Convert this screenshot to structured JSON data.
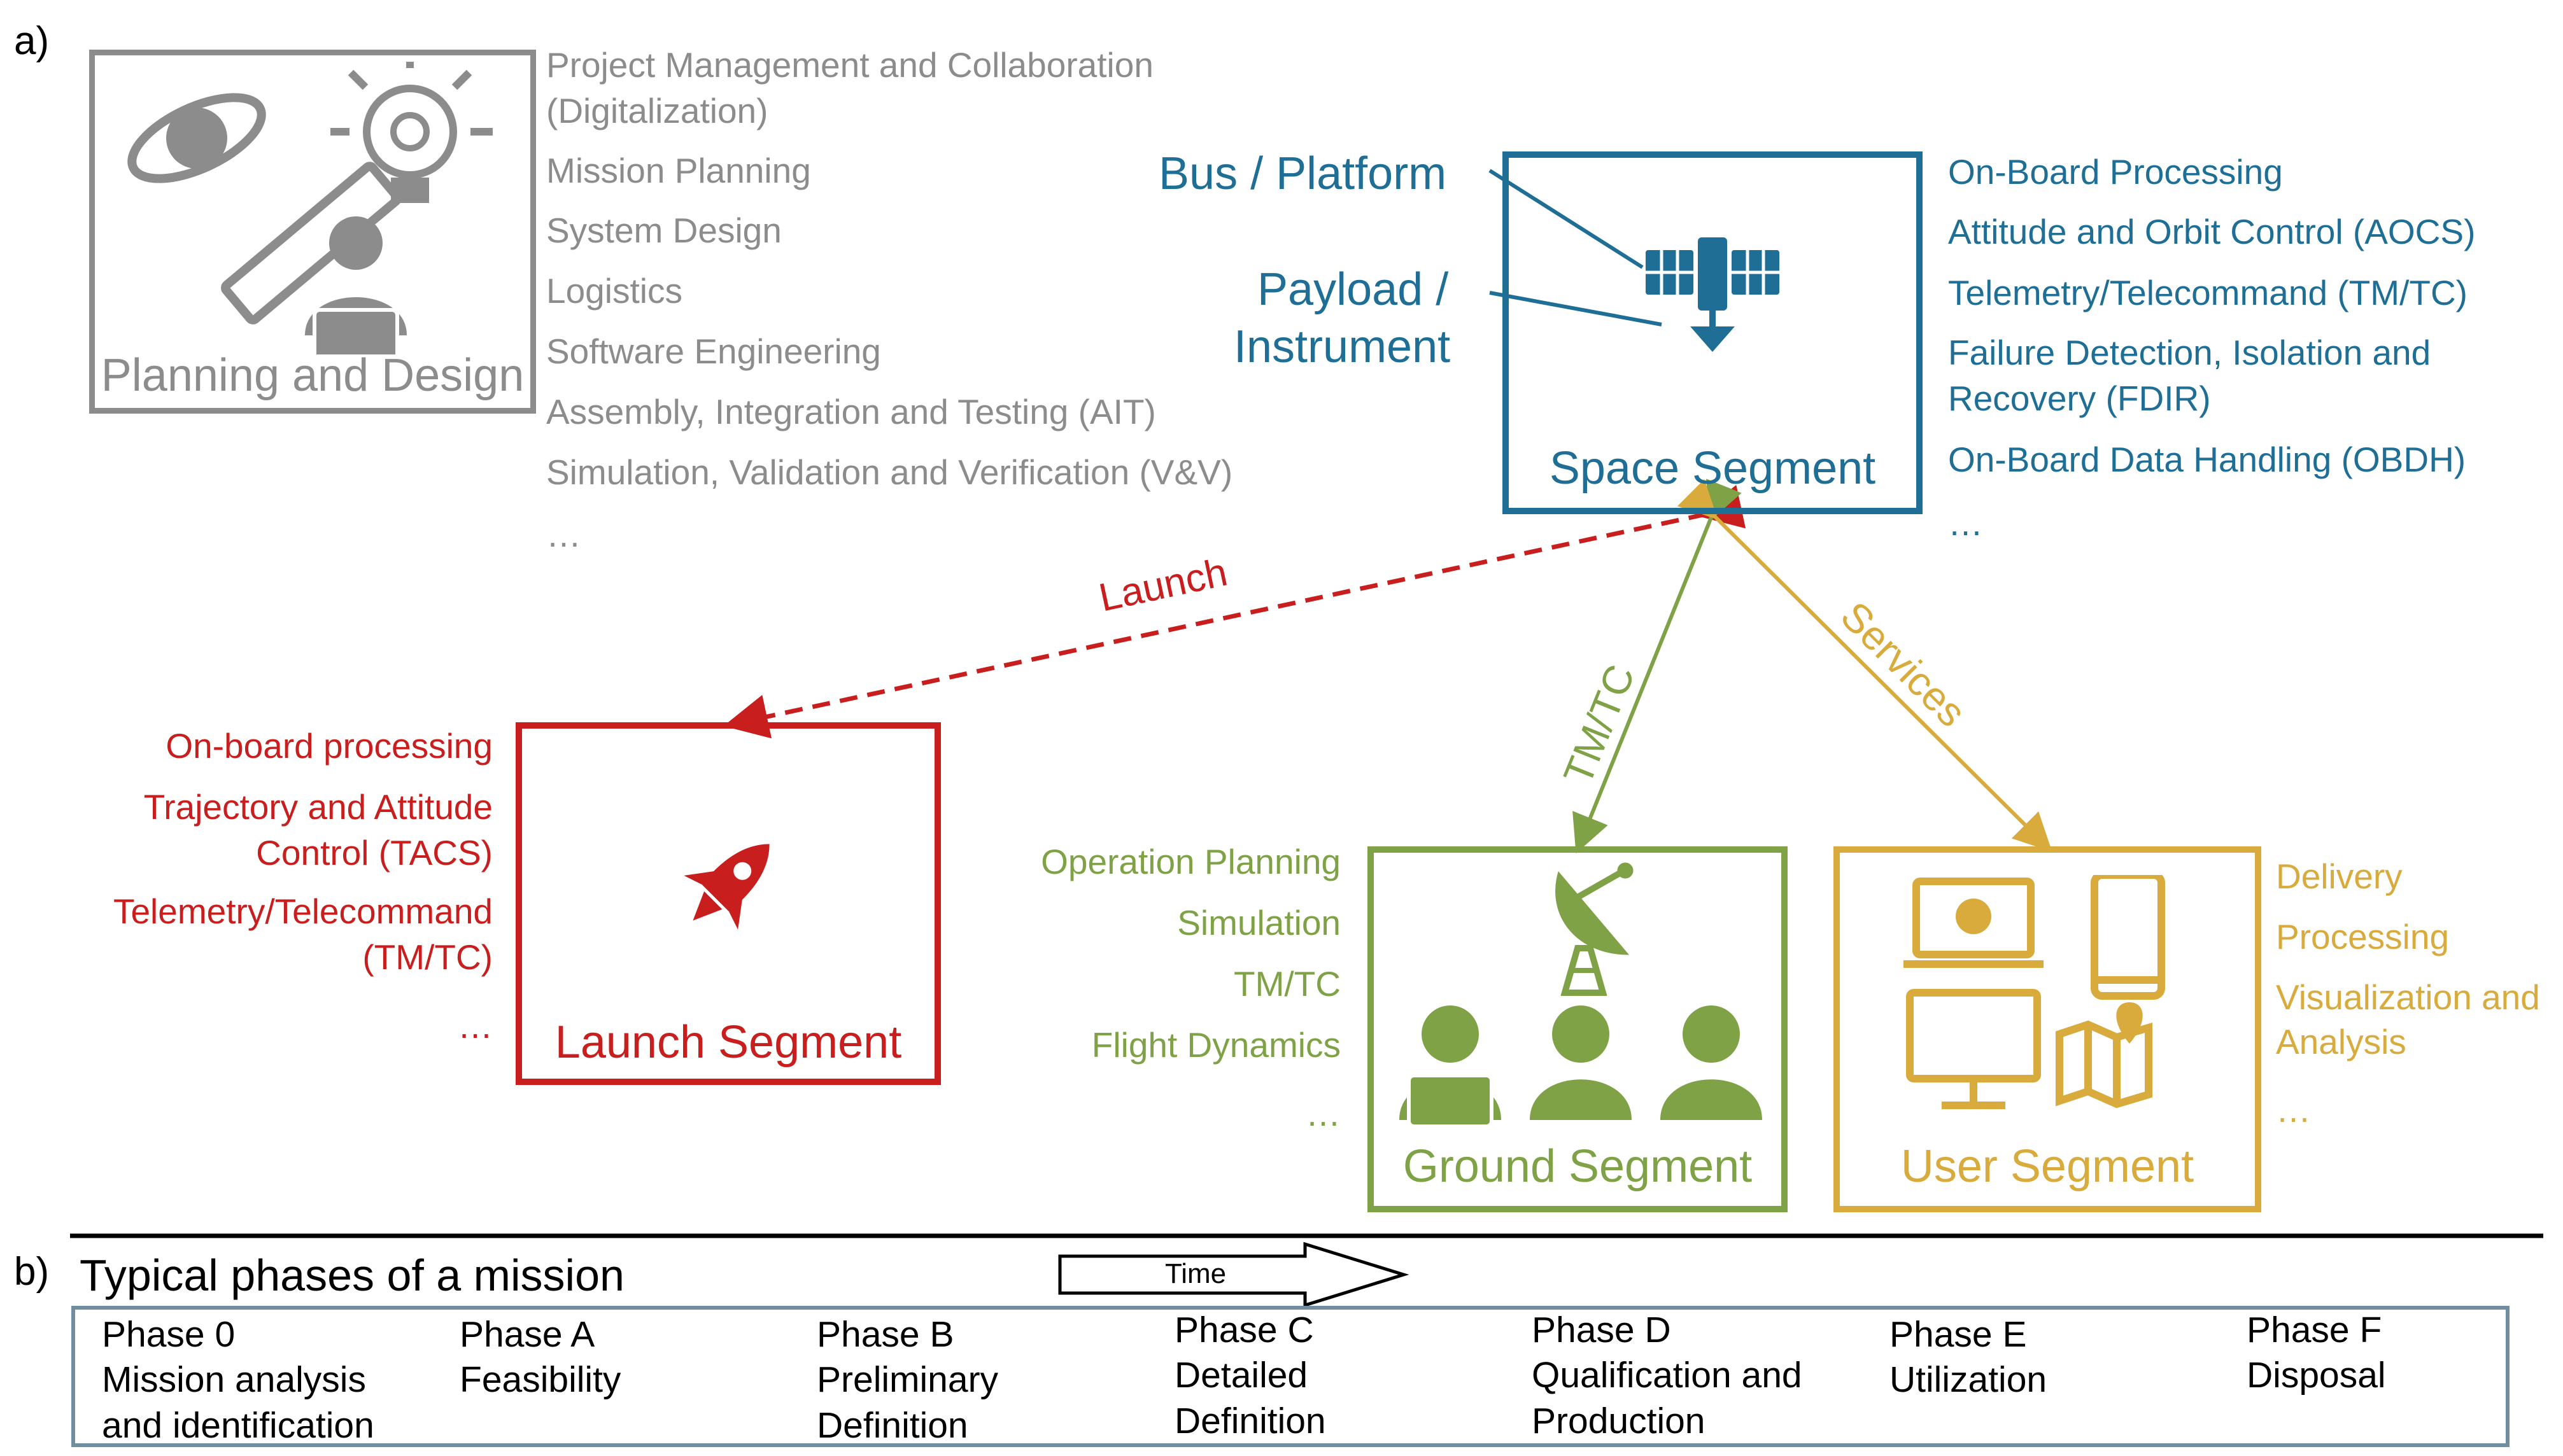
{
  "part_a_label": "a)",
  "part_b_label": "b)",
  "planning": {
    "label": "Planning and Design",
    "items": [
      "Project Management and Collaboration",
      "(Digitalization)",
      "Mission Planning",
      "System Design",
      "Logistics",
      "Software Engineering",
      "Assembly, Integration and Testing (AIT)",
      "Simulation, Validation and Verification (V&V)",
      "…"
    ]
  },
  "space": {
    "label": "Space Segment",
    "bus_label": "Bus / Platform",
    "payload_line1": "Payload /",
    "payload_line2": "Instrument",
    "items": [
      "On-Board Processing",
      "Attitude and Orbit Control (AOCS)",
      "Telemetry/Telecommand (TM/TC)",
      "Failure Detection, Isolation and",
      "Recovery (FDIR)",
      "On-Board Data Handling (OBDH)",
      "…"
    ]
  },
  "launch": {
    "label": "Launch Segment",
    "arrow_label": "Launch",
    "items": [
      "On-board processing",
      "Trajectory and Attitude",
      "Control (TACS)",
      "Telemetry/Telecommand",
      "(TM/TC)",
      "…"
    ]
  },
  "ground": {
    "label": "Ground Segment",
    "arrow_label": "TM/TC",
    "items": [
      "Operation Planning",
      "Simulation",
      "TM/TC",
      "Flight Dynamics",
      "…"
    ]
  },
  "user": {
    "label": "User Segment",
    "arrow_label": "Services",
    "items": [
      "Delivery",
      "Processing",
      "Visualization and",
      "Analysis",
      "…"
    ]
  },
  "phases_section": {
    "title": "Typical phases of a mission",
    "time_label": "Time",
    "phases": [
      {
        "name": "Phase 0",
        "desc1": "Mission analysis",
        "desc2": "and identification"
      },
      {
        "name": "Phase A",
        "desc1": "Feasibility",
        "desc2": ""
      },
      {
        "name": "Phase B",
        "desc1": "Preliminary",
        "desc2": "Definition"
      },
      {
        "name": "Phase C",
        "desc1": "Detailed",
        "desc2": "Definition"
      },
      {
        "name": "Phase D",
        "desc1": "Qualification and",
        "desc2": "Production"
      },
      {
        "name": "Phase E",
        "desc1": "Utilization",
        "desc2": ""
      },
      {
        "name": "Phase F",
        "desc1": "Disposal",
        "desc2": ""
      }
    ]
  },
  "colors": {
    "planning": "#8c8c8c",
    "space": "#1f6e96",
    "launch": "#c81e1e",
    "ground": "#7fa246",
    "user": "#d8ab3c"
  }
}
